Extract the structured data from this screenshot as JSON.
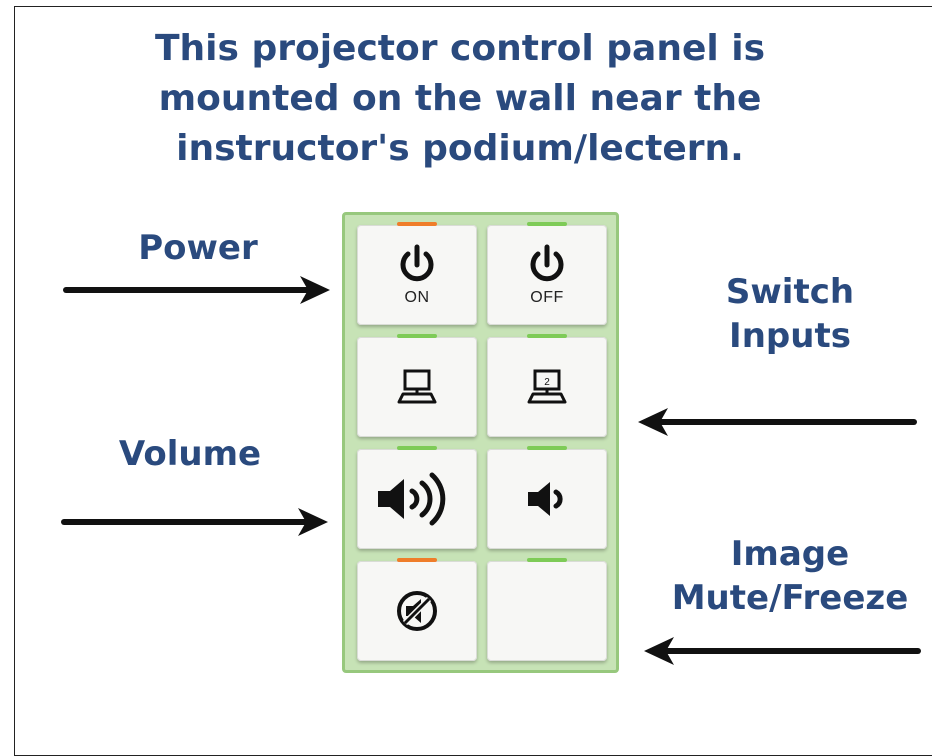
{
  "title": "This projector control panel is\nmounted on the wall near the\ninstructor's podium/lectern.",
  "labels": {
    "power": "Power",
    "switch_inputs": "Switch\nInputs",
    "volume": "Volume",
    "image_mute_freeze": "Image\nMute/Freeze"
  },
  "panel": {
    "buttons": {
      "power_on": {
        "icon": "power-icon",
        "caption": "ON",
        "led": "orange"
      },
      "power_off": {
        "icon": "power-icon",
        "caption": "OFF",
        "led": "green"
      },
      "input_1": {
        "icon": "computer-icon",
        "led": "green"
      },
      "input_2": {
        "icon": "computer-icon",
        "badge": "2",
        "led": "green"
      },
      "volume_up": {
        "icon": "speaker-loud-icon",
        "led": "green"
      },
      "volume_down": {
        "icon": "speaker-soft-icon",
        "led": "green"
      },
      "mute": {
        "icon": "mute-icon",
        "led": "orange"
      },
      "freeze": {
        "icon": "",
        "led": "green"
      }
    }
  },
  "colors": {
    "title_text": "#2a4a7e",
    "panel_frame": "#97c87d",
    "panel_fill": "#c7e3b6",
    "led_green": "#7ecb57",
    "led_orange": "#ef7d2a",
    "arrow": "#111111"
  }
}
